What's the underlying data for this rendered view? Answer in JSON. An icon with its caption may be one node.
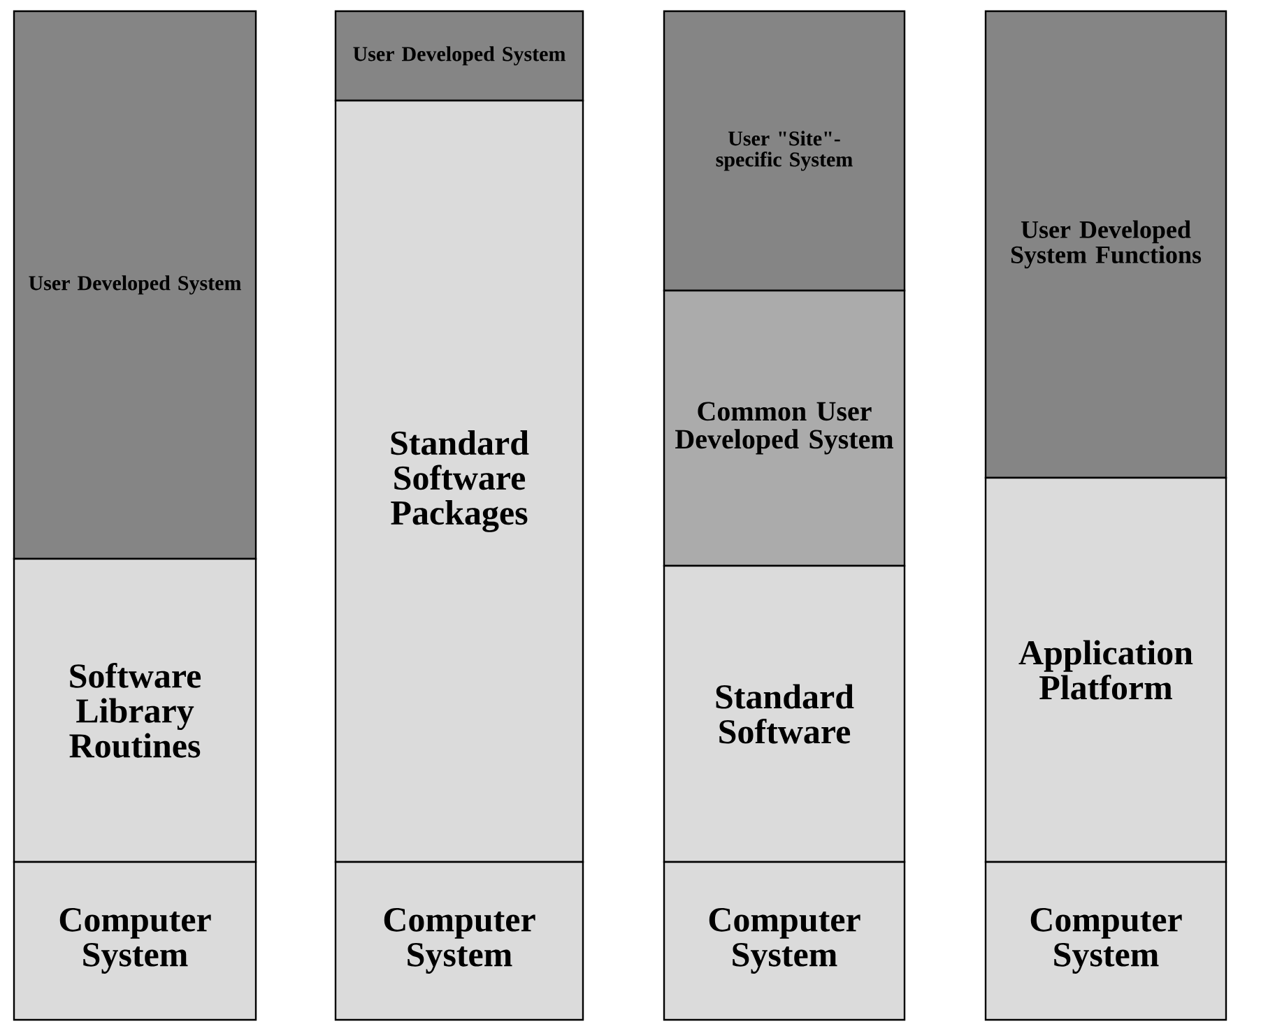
{
  "diagram": {
    "nodes": [
      {
        "text": [
          "User Developed System"
        ]
      },
      {
        "text": [
          "Software Library Routines"
        ]
      },
      {
        "text": [
          "Computer System"
        ]
      },
      {
        "text": [
          "User Developed System"
        ]
      },
      {
        "text": [
          "Standard Software Packages"
        ]
      },
      {
        "text": [
          "Computer System"
        ]
      },
      {
        "text": [
          "User \"Site\"-specific System"
        ]
      },
      {
        "text": [
          "Common User Developed System"
        ]
      },
      {
        "text": [
          "Standard Software"
        ]
      },
      {
        "text": [
          "Computer System"
        ]
      },
      {
        "text": [
          "User Developed System Functions"
        ]
      },
      {
        "text": [
          "Application Platform"
        ]
      },
      {
        "text": [
          "Computer System"
        ]
      }
    ]
  }
}
